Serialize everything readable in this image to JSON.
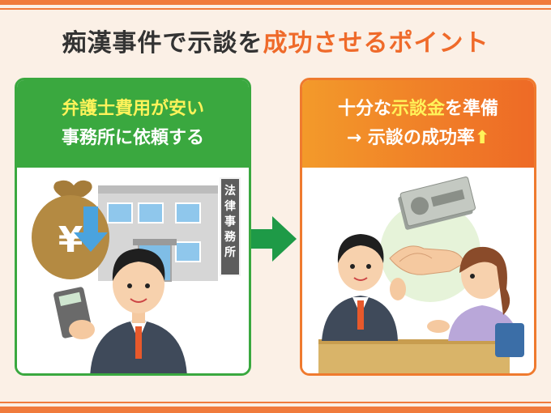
{
  "title": {
    "part1": "痴漢事件で示談を",
    "part2": "成功させるポイント"
  },
  "left_card": {
    "line1": "弁護士費用が安い",
    "line2": "事務所に依頼する",
    "sign": [
      "法",
      "律",
      "事",
      "務",
      "所"
    ]
  },
  "right_card": {
    "line1_pre": "十分な",
    "line1_hl": "示談金",
    "line1_post": "を準備",
    "line2": "→ 示談の成功率"
  },
  "colors": {
    "orange": "#ef6a2a",
    "green": "#3aa83f",
    "bg": "#fbf0e6"
  }
}
